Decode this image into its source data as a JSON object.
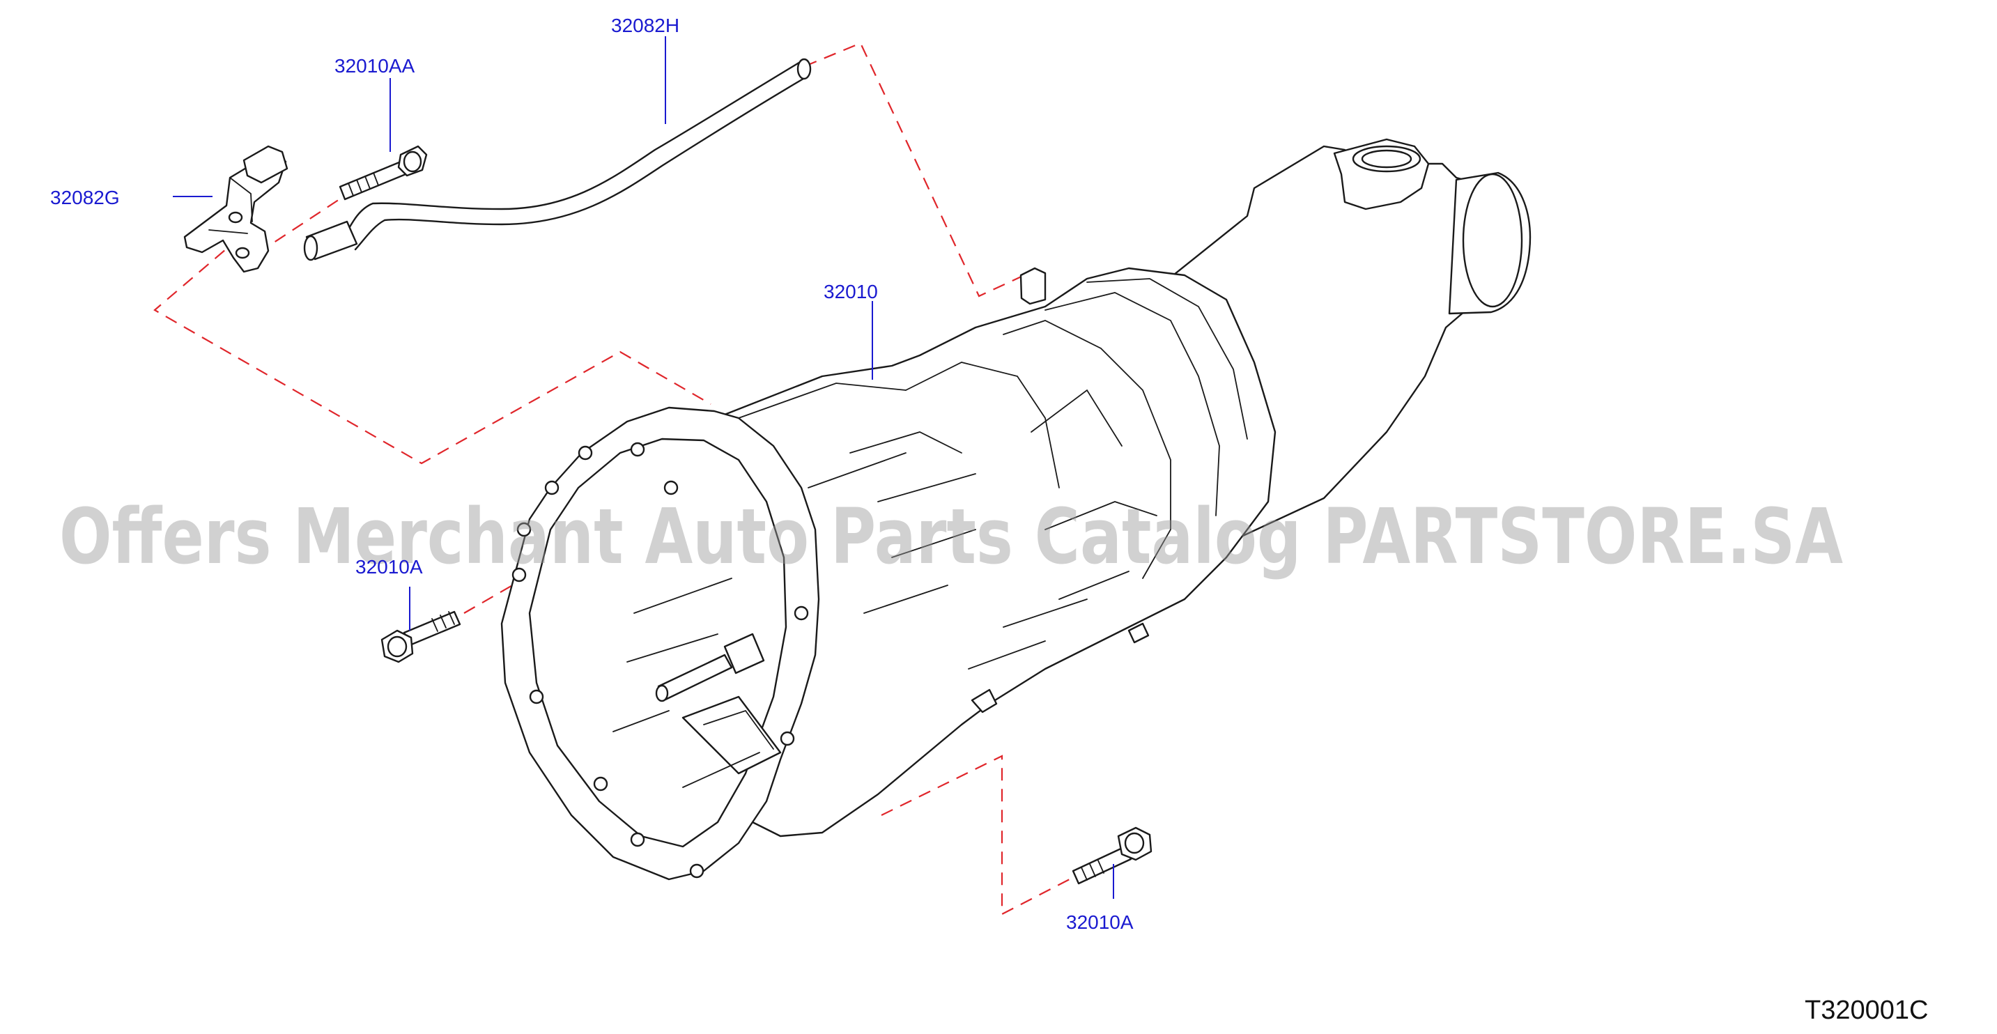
{
  "callouts": {
    "hose": "32082H",
    "bolt_top": "32010AA",
    "bracket": "32082G",
    "transmission": "32010",
    "bolt_left": "32010A",
    "bolt_bottom": "32010A"
  },
  "watermark": "Offers Merchant Auto Parts Catalog PARTSTORE.SA",
  "diagram_ref": "T320001C",
  "colors": {
    "callout_text": "#1a1ad0",
    "dashed_line": "#e0262b",
    "outline": "#1a1a1a"
  }
}
